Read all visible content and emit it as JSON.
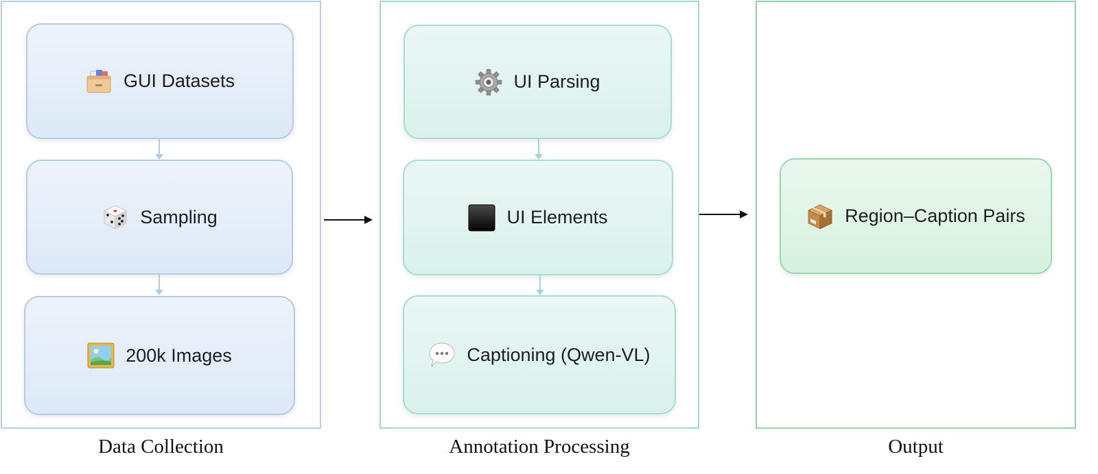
{
  "panels": {
    "data_collection": {
      "caption": "Data Collection",
      "nodes": [
        {
          "label": "GUI Datasets",
          "icon": "file-cabinet-icon"
        },
        {
          "label": "Sampling",
          "icon": "dice-icon"
        },
        {
          "label": "200k Images",
          "icon": "framed-picture-icon"
        }
      ]
    },
    "annotation_processing": {
      "caption": "Annotation Processing",
      "nodes": [
        {
          "label": "UI Parsing",
          "icon": "gear-icon"
        },
        {
          "label": "UI Elements",
          "icon": "black-square-icon"
        },
        {
          "label": "Captioning (Qwen-VL)",
          "icon": "speech-bubble-icon"
        }
      ]
    },
    "output": {
      "caption": "Output",
      "nodes": [
        {
          "label": "Region–Caption Pairs",
          "icon": "package-icon"
        }
      ]
    }
  },
  "colors": {
    "data_collection": "#b6cde8",
    "annotation_processing": "#9fd8d2",
    "output": "#8fd4a8",
    "arrow": "#111111"
  }
}
